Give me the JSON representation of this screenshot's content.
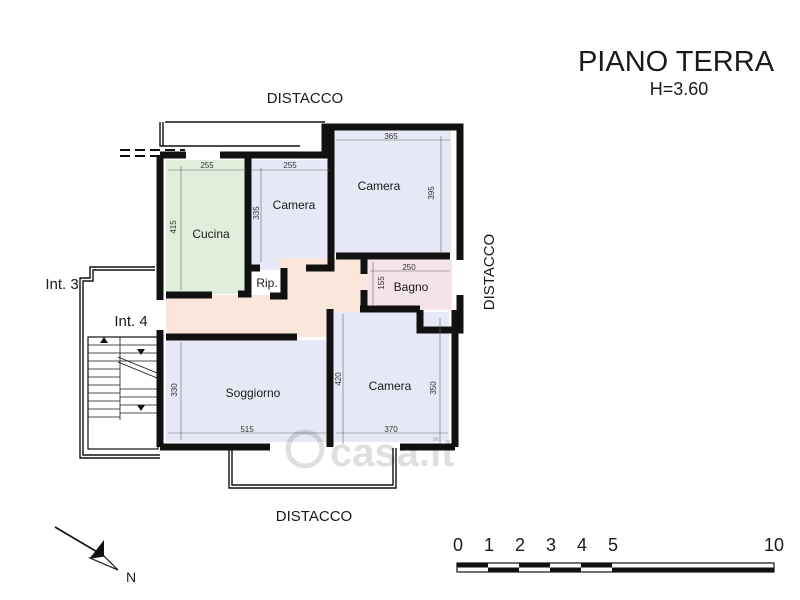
{
  "title": "PIANO TERRA",
  "height_label": "H=3.60",
  "sides": {
    "top": "DISTACCO",
    "right": "DISTACCO",
    "bottom": "DISTACCO"
  },
  "units": {
    "int3": "Int. 3",
    "int4": "Int. 4"
  },
  "rooms": {
    "cucina": "Cucina",
    "camera_small": "Camera",
    "camera_top_right": "Camera",
    "rip": "Rip.",
    "bagno": "Bagno",
    "soggiorno": "Soggiorno",
    "camera_bottom_right": "Camera"
  },
  "dimensions": {
    "cucina_w": "255",
    "cucina_h": "415",
    "camera_small_w": "255",
    "camera_small_h": "335",
    "camera_tr_w": "365",
    "camera_tr_h": "395",
    "bagno_w": "250",
    "bagno_h": "155",
    "soggiorno_w": "515",
    "soggiorno_h": "330",
    "camera_br_w": "370",
    "camera_br_h_left": "420",
    "camera_br_h_right": "350"
  },
  "north_label": "N",
  "scale_bar": {
    "ticks": [
      "0",
      "1",
      "2",
      "3",
      "4",
      "5",
      "10"
    ]
  },
  "watermark": "casa.it",
  "colors": {
    "cucina": "#e1eedb",
    "camera": "#e6e8f6",
    "corridor": "#fbe6dc",
    "bagno": "#f4e3ea",
    "wall": "#111111"
  }
}
